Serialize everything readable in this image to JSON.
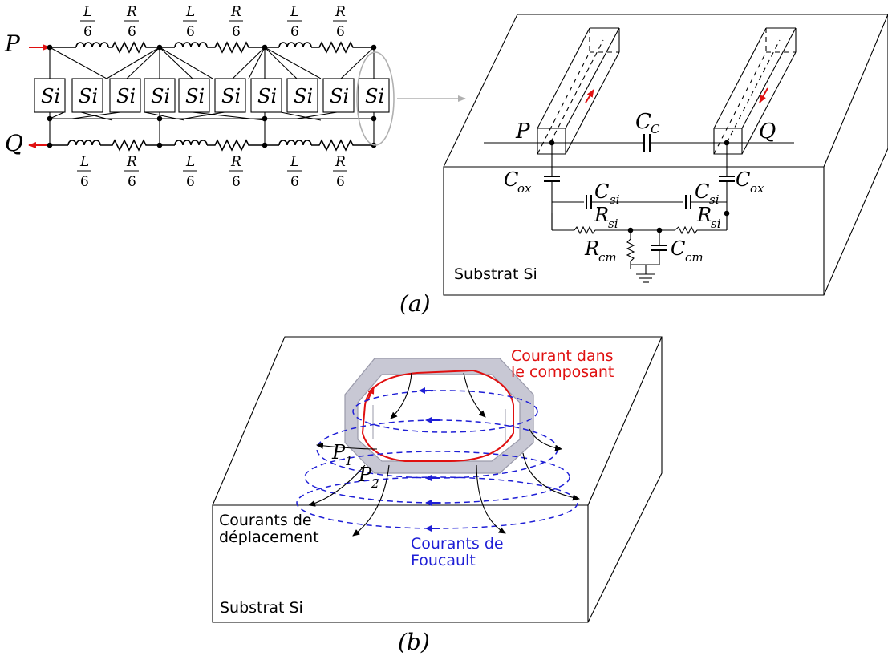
{
  "circuit_a": {
    "port_p": "P",
    "port_q": "Q",
    "frac_l_num": "L",
    "frac_r_num": "R",
    "frac_den": "6",
    "si_block": "Si"
  },
  "substrate_a": {
    "port_p": "P",
    "port_q": "Q",
    "cc": "C",
    "cc_sub": "C",
    "cox_left": "C",
    "cox_left_sub": "ox",
    "cox_right": "C",
    "cox_right_sub": "ox",
    "csi_left": "C",
    "csi_left_sub": "si",
    "csi_right": "C",
    "csi_right_sub": "si",
    "rsi_left": "R",
    "rsi_left_sub": "si",
    "rsi_right": "R",
    "rsi_right_sub": "si",
    "rcm": "R",
    "rcm_sub": "cm",
    "ccm": "C",
    "ccm_sub": "cm",
    "label": "Substrat Si"
  },
  "caption_a": "(a)",
  "panel_b": {
    "red_label_line1": "Courant dans",
    "red_label_line2": "le composant",
    "p1": "P",
    "p1_sub": "1",
    "p2": "P",
    "p2_sub": "2",
    "disp_line1": "Courants de",
    "disp_line2": "déplacement",
    "eddy_line1": "Courants de",
    "eddy_line2": "Foucault",
    "substrate": "Substrat Si"
  },
  "caption_b": "(b)",
  "colors": {
    "current": "#e01010",
    "eddy": "#1f1fd6",
    "coil_gray": "#c8c8d4"
  }
}
